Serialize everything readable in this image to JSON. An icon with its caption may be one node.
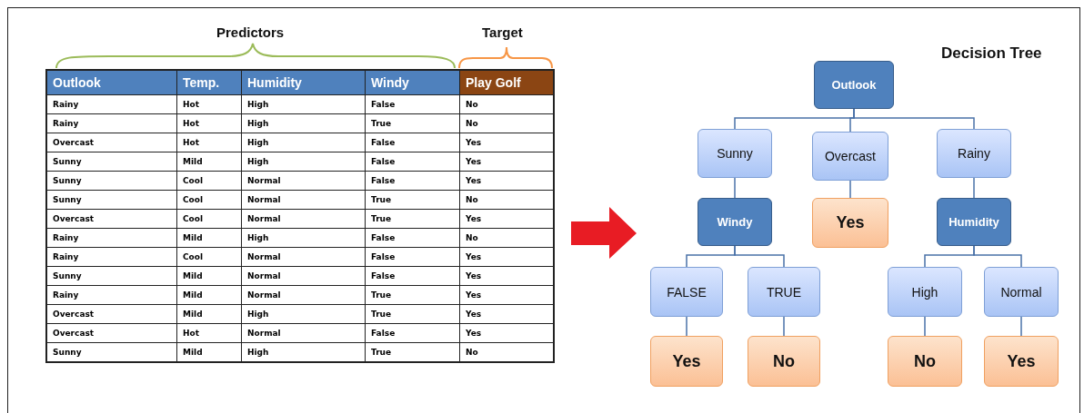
{
  "diagram": {
    "title": "Decision Tree",
    "nodes": [
      {
        "text": [
          "Outlook"
        ]
      },
      {
        "text": [
          "Sunny"
        ]
      },
      {
        "text": [
          "Overcast"
        ]
      },
      {
        "text": [
          "Rainy"
        ]
      },
      {
        "text": [
          "Windy"
        ]
      },
      {
        "text": [
          "Yes"
        ]
      },
      {
        "text": [
          "Humidity"
        ]
      },
      {
        "text": [
          "FALSE"
        ]
      },
      {
        "text": [
          "TRUE"
        ]
      },
      {
        "text": [
          "High"
        ]
      },
      {
        "text": [
          "Normal"
        ]
      },
      {
        "text": [
          "Yes"
        ]
      },
      {
        "text": [
          "No"
        ]
      },
      {
        "text": [
          "No"
        ]
      },
      {
        "text": [
          "Yes"
        ]
      }
    ],
    "edges": [
      {
        "from": 0,
        "to": 1,
        "arrow": "none"
      },
      {
        "from": 0,
        "to": 2,
        "arrow": "none"
      },
      {
        "from": 0,
        "to": 3,
        "arrow": "none"
      },
      {
        "from": 1,
        "to": 4,
        "arrow": "none"
      },
      {
        "from": 2,
        "to": 5,
        "arrow": "none"
      },
      {
        "from": 3,
        "to": 6,
        "arrow": "none"
      },
      {
        "from": 4,
        "to": 7,
        "arrow": "none"
      },
      {
        "from": 4,
        "to": 8,
        "arrow": "none"
      },
      {
        "from": 6,
        "to": 9,
        "arrow": "none"
      },
      {
        "from": 6,
        "to": 10,
        "arrow": "none"
      },
      {
        "from": 7,
        "to": 11,
        "arrow": "none"
      },
      {
        "from": 8,
        "to": 12,
        "arrow": "none"
      },
      {
        "from": 9,
        "to": 13,
        "arrow": "none"
      },
      {
        "from": 10,
        "to": 14,
        "arrow": "none"
      }
    ],
    "labels": [
      "Predictors",
      "Target",
      "Outlook",
      "Temp.",
      "Humidity",
      "Windy",
      "Play Golf",
      "Rainy",
      "Hot",
      "High",
      "False",
      "No",
      "Rainy",
      "Hot",
      "High",
      "True",
      "No",
      "Overcast",
      "Hot",
      "High",
      "False",
      "Yes",
      "Sunny",
      "Mild",
      "High",
      "False",
      "Yes",
      "Sunny",
      "Cool",
      "Normal",
      "False",
      "Yes",
      "Sunny",
      "Cool",
      "Normal",
      "True",
      "No",
      "Overcast",
      "Cool",
      "Normal",
      "True",
      "Yes",
      "Rainy",
      "Mild",
      "High",
      "False",
      "No",
      "Rainy",
      "Cool",
      "Normal",
      "False",
      "Yes",
      "Sunny",
      "Mild",
      "Normal",
      "False",
      "Yes",
      "Rainy",
      "Mild",
      "Normal",
      "True",
      "Yes",
      "Overcast",
      "Mild",
      "High",
      "True",
      "Yes",
      "Overcast",
      "Hot",
      "Normal",
      "False",
      "Yes",
      "Sunny",
      "Mild",
      "High",
      "True",
      "No"
    ]
  }
}
